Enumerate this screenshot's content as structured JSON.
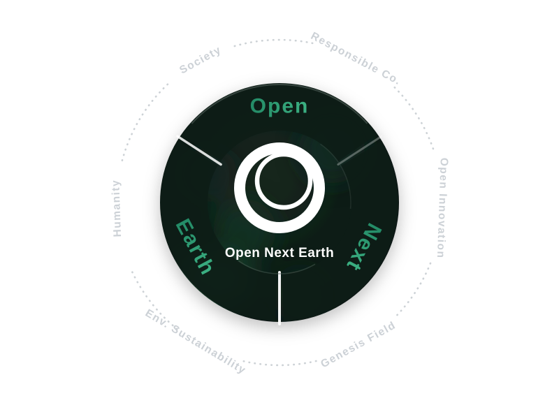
{
  "diagram": {
    "center": {
      "logo_text": "Open Next Earth"
    },
    "segments": [
      {
        "label": "Open"
      },
      {
        "label": "Next"
      },
      {
        "label": "Earth"
      }
    ],
    "orbit_labels": [
      {
        "label": "Society"
      },
      {
        "label": "Responsible Co."
      },
      {
        "label": "Open Innovation"
      },
      {
        "label": "Genesis Field"
      },
      {
        "label": "Env. Sustainability"
      },
      {
        "label": "Humanity"
      }
    ],
    "colors": {
      "segment_text_green": "#2f9c74",
      "ring_dark": "#0d1a15",
      "orbit_text": "#ccd1d6",
      "logo_white": "#ffffff"
    }
  }
}
